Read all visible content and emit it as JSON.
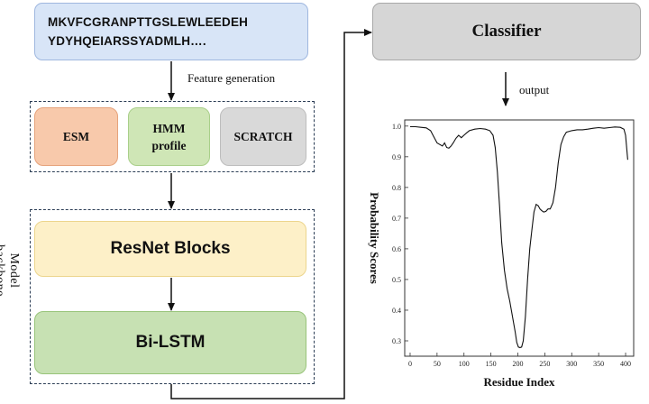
{
  "sequence": {
    "line1": "MKVFCGRANPTTGSLEWLEEDEH",
    "line2": "YDYHQEIARSSYADMLH…."
  },
  "labels": {
    "feature_generation": "Feature generation",
    "output": "output",
    "model_backbone": "Model backbone"
  },
  "features": {
    "esm": "ESM",
    "hmm_line1": "HMM",
    "hmm_line2": "profile",
    "scratch": "SCRATCH"
  },
  "backbone": {
    "resnet": "ResNet Blocks",
    "bilstm": "Bi-LSTM"
  },
  "classifier": {
    "label": "Classifier"
  },
  "colors": {
    "sequence_fill": "#d8e5f7",
    "esm_fill": "#f8c9ab",
    "hmm_fill": "#cfe6b6",
    "scratch_fill": "#d9d9d9",
    "resnet_fill": "#fdf0c8",
    "bilstm_fill": "#c7e1b3",
    "classifier_fill": "#d6d6d6",
    "group_border": "#2b3d55"
  },
  "chart_data": {
    "type": "line",
    "title": "",
    "xlabel": "Residue Index",
    "ylabel": "Probability Scores",
    "xlim": [
      -10,
      415
    ],
    "ylim": [
      0.25,
      1.02
    ],
    "xticks": [
      "0",
      "50",
      "100",
      "150",
      "200",
      "250",
      "300",
      "350",
      "400"
    ],
    "yticks": [
      "0.3",
      "0.4",
      "0.5",
      "0.6",
      "0.7",
      "0.8",
      "0.9",
      "1.0"
    ],
    "grid": false,
    "series": [
      {
        "x": [
          0,
          10,
          20,
          30,
          38,
          44,
          50,
          55,
          60,
          64,
          68,
          72,
          76,
          80,
          85,
          90,
          95,
          100,
          105,
          110,
          120,
          130,
          140,
          148,
          154,
          158,
          162,
          166,
          170,
          175,
          180,
          185,
          190,
          195,
          198,
          201,
          204,
          207,
          210,
          214,
          218,
          222,
          226,
          230,
          234,
          238,
          241,
          244,
          248,
          252,
          256,
          260,
          265,
          270,
          275,
          280,
          285,
          290,
          300,
          310,
          320,
          330,
          340,
          350,
          360,
          370,
          380,
          390,
          397,
          400,
          402,
          404
        ],
        "values": [
          0.998,
          0.998,
          0.996,
          0.994,
          0.985,
          0.965,
          0.945,
          0.94,
          0.935,
          0.945,
          0.93,
          0.928,
          0.935,
          0.945,
          0.96,
          0.97,
          0.962,
          0.97,
          0.978,
          0.985,
          0.99,
          0.992,
          0.99,
          0.985,
          0.97,
          0.93,
          0.85,
          0.74,
          0.62,
          0.53,
          0.47,
          0.43,
          0.38,
          0.33,
          0.295,
          0.28,
          0.278,
          0.28,
          0.3,
          0.38,
          0.5,
          0.6,
          0.66,
          0.72,
          0.745,
          0.74,
          0.73,
          0.725,
          0.72,
          0.722,
          0.73,
          0.73,
          0.75,
          0.8,
          0.88,
          0.94,
          0.965,
          0.98,
          0.985,
          0.988,
          0.988,
          0.99,
          0.993,
          0.995,
          0.993,
          0.995,
          0.997,
          0.996,
          0.99,
          0.97,
          0.93,
          0.89
        ]
      }
    ]
  }
}
